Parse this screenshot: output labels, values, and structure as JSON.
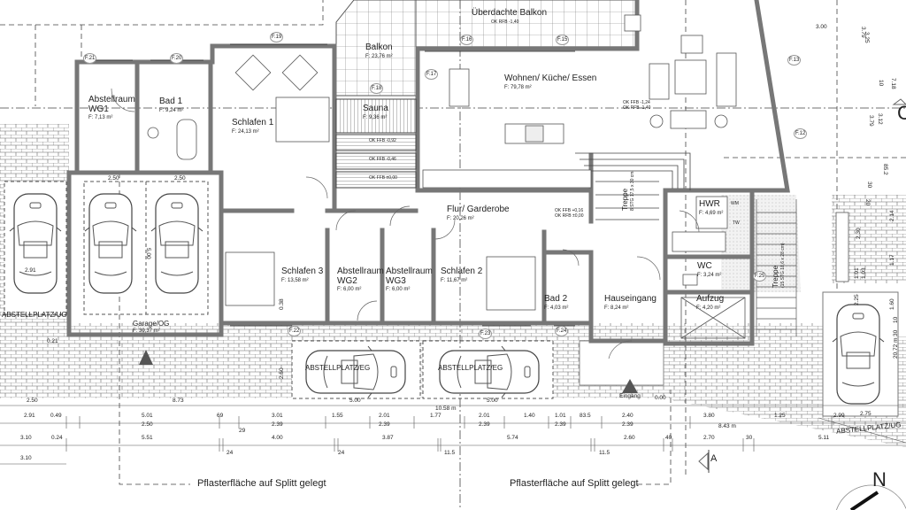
{
  "rooms": [
    {
      "name": "Abstellraum WG1",
      "area": "F: 7,13 m²"
    },
    {
      "name": "Bad 1",
      "area": "F: 9,24 m²"
    },
    {
      "name": "Schlafen 1",
      "area": "F: 24,13 m²"
    },
    {
      "name": "Balkon",
      "area": "F: 23,76 m²"
    },
    {
      "name": "Sauna",
      "area": "F: 9,36 m²"
    },
    {
      "name": "Überdachte Balkon",
      "area": ""
    },
    {
      "name": "Wohnen/ Küche/ Essen",
      "area": "F: 79,78 m²"
    },
    {
      "name": "Flur/ Garderobe",
      "area": "F: 20,26 m²"
    },
    {
      "name": "Schlafen 3",
      "area": "F: 13,58 m²"
    },
    {
      "name": "Abstellraum WG2",
      "area": "F: 6,00 m²"
    },
    {
      "name": "Abstellraum WG3",
      "area": "F: 6,00 m²"
    },
    {
      "name": "Schlafen 2",
      "area": "F: 11,67 m²"
    },
    {
      "name": "Bad 2",
      "area": "F: 4,03 m²"
    },
    {
      "name": "Hauseingang",
      "area": "F: 8,24 m²"
    },
    {
      "name": "HWR",
      "area": "F: 4,69 m²"
    },
    {
      "name": "WC",
      "area": "F: 3,24 m²"
    },
    {
      "name": "Aufzug",
      "area": "F: 4,20 m²"
    },
    {
      "name": "Garage/OG",
      "area": "F: 30,37 m²"
    }
  ],
  "windows": [
    "F.13",
    "F.12",
    "F.15",
    "F.16",
    "F.17",
    "F.18",
    "F.19",
    "F.20",
    "F.21",
    "F.22",
    "F.23",
    "F.24",
    "F.25"
  ],
  "levels": [
    "OK RFB -1,40",
    "OK FFB -1,24\nOK RFB -1,40",
    "OK FFB -0,92",
    "OK FFB -0,46",
    "OK FFB ±0,00",
    "OK FFB +0,16\nOK RFB ±0,00"
  ],
  "annotations": {
    "parking_ug_left": "ABSTELLPLATZ/UG",
    "parking_ug_right": "ABSTELLPLATZ/UG",
    "parking_eg_1": "ABSTELLPLATZ/EG",
    "parking_eg_2": "ABSTELLPLATZ/EG",
    "entrance": "Eingang",
    "entrance_level": "0.00",
    "stair_inner": "Treppe",
    "stair_inner_spec": "8 STG 17,5 x 30 cm",
    "stair_outer": "Treppe",
    "stair_outer_spec": "(15 STG 18,6 x 28 cm)",
    "washer": "WM",
    "dryer": "TW",
    "paving_left": "Pflasterfläche auf Splitt gelegt",
    "paving_right": "Pflasterfläche auf Splitt gelegt",
    "section_a": "A",
    "section_c": "C",
    "north": "N"
  },
  "dimensions": {
    "row1": [
      "2.50",
      "8.73",
      "5.00",
      "10.58 m",
      "5.00"
    ],
    "row2": [
      "2.91",
      "0.49",
      "5.01",
      "69",
      "3.01",
      "1.55",
      "2.01",
      "1.77",
      "2.01",
      "1.40",
      "1.01",
      "83.5",
      "2.40",
      "3.80",
      "1.25",
      "2.99",
      "2.75"
    ],
    "row3": [
      "2.50",
      "29",
      "2.39",
      "2.39",
      "2.39",
      "2.39",
      "2.39",
      "8.43 m"
    ],
    "row4": [
      "3.10",
      "0.24",
      "5.51",
      "4.00",
      "3.87",
      "5.74",
      "2.60",
      "40",
      "2.70",
      "30",
      "5.11"
    ],
    "row5": [
      "24",
      "24",
      "11.5",
      "11.5"
    ],
    "row6": [
      "3.10"
    ],
    "plan": [
      "2.50",
      "2.50",
      "5.00",
      "2.91",
      "0.21",
      "0.38",
      "2.50",
      "3.00"
    ],
    "right": [
      "3.25",
      "3.79",
      "7.18",
      "10",
      "3.12",
      "3.79",
      "85.2",
      "30",
      "20",
      "2.14",
      "2.30",
      "1.17",
      "1.01",
      "1.03",
      "2.25",
      "1.60",
      "10",
      "30",
      "20.72 m"
    ]
  }
}
